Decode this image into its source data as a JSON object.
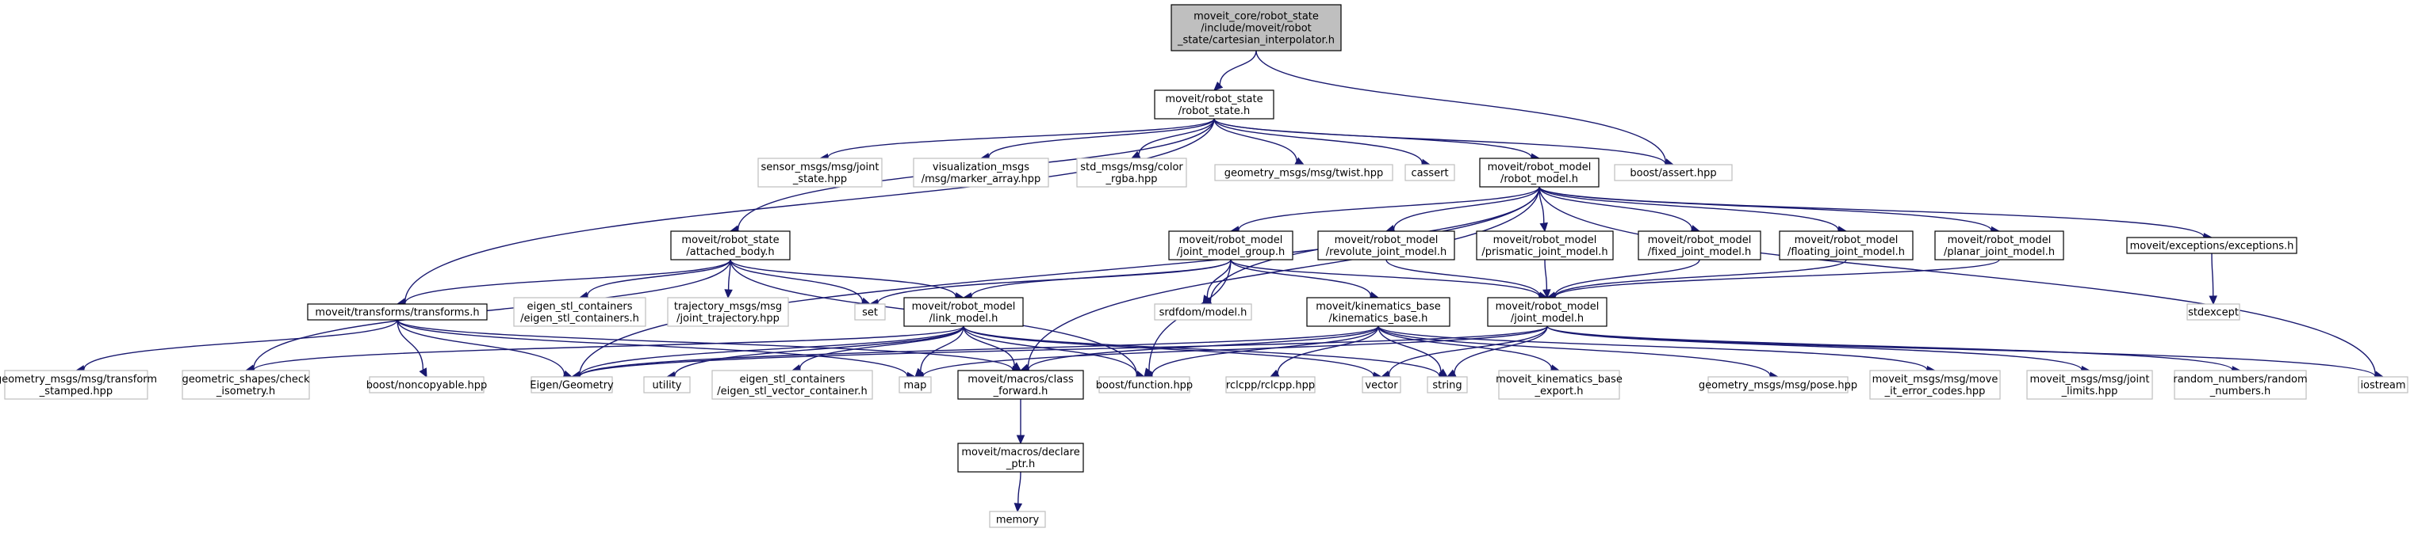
{
  "colors": {
    "edge": "#191970",
    "root_fill": "#bfbfbf",
    "root_stroke": "#000000",
    "header_fill": "#ffffff",
    "header_stroke": "#000000",
    "external_fill": "#ffffff",
    "external_stroke": "#bfbfbf"
  },
  "nodes": [
    {
      "id": "root",
      "kind": "root",
      "lines": [
        "moveit_core/robot_state",
        "/include/moveit/robot",
        "_state/cartesian_interpolator.h"
      ]
    },
    {
      "id": "robot_state",
      "kind": "header",
      "lines": [
        "moveit/robot_state",
        "/robot_state.h"
      ]
    },
    {
      "id": "boost_assert",
      "kind": "external",
      "lines": [
        "boost/assert.hpp"
      ]
    },
    {
      "id": "attached_body",
      "kind": "header",
      "lines": [
        "moveit/robot_state",
        "/attached_body.h"
      ]
    },
    {
      "id": "joint_state",
      "kind": "external",
      "lines": [
        "sensor_msgs/msg/joint",
        "_state.hpp"
      ]
    },
    {
      "id": "marker_array",
      "kind": "external",
      "lines": [
        "visualization_msgs",
        "/msg/marker_array.hpp"
      ]
    },
    {
      "id": "color_rgba",
      "kind": "external",
      "lines": [
        "std_msgs/msg/color",
        "_rgba.hpp"
      ]
    },
    {
      "id": "twist",
      "kind": "external",
      "lines": [
        "geometry_msgs/msg/twist.hpp"
      ]
    },
    {
      "id": "cassert",
      "kind": "external",
      "lines": [
        "cassert"
      ]
    },
    {
      "id": "robot_model",
      "kind": "header",
      "lines": [
        "moveit/robot_model",
        "/robot_model.h"
      ]
    },
    {
      "id": "transforms",
      "kind": "header",
      "lines": [
        "moveit/transforms/transforms.h"
      ]
    },
    {
      "id": "eigen_stl_containers",
      "kind": "external",
      "lines": [
        "eigen_stl_containers",
        "/eigen_stl_containers.h"
      ]
    },
    {
      "id": "joint_trajectory",
      "kind": "external",
      "lines": [
        "trajectory_msgs/msg",
        "/joint_trajectory.hpp"
      ]
    },
    {
      "id": "set",
      "kind": "external",
      "lines": [
        "set"
      ]
    },
    {
      "id": "link_model",
      "kind": "header",
      "lines": [
        "moveit/robot_model",
        "/link_model.h"
      ]
    },
    {
      "id": "joint_model_group",
      "kind": "header",
      "lines": [
        "moveit/robot_model",
        "/joint_model_group.h"
      ]
    },
    {
      "id": "srdf_model",
      "kind": "external",
      "lines": [
        "srdfdom/model.h"
      ]
    },
    {
      "id": "revolute",
      "kind": "header",
      "lines": [
        "moveit/robot_model",
        "/revolute_joint_model.h"
      ]
    },
    {
      "id": "prismatic",
      "kind": "header",
      "lines": [
        "moveit/robot_model",
        "/prismatic_joint_model.h"
      ]
    },
    {
      "id": "fixed",
      "kind": "header",
      "lines": [
        "moveit/robot_model",
        "/fixed_joint_model.h"
      ]
    },
    {
      "id": "floating",
      "kind": "header",
      "lines": [
        "moveit/robot_model",
        "/floating_joint_model.h"
      ]
    },
    {
      "id": "planar",
      "kind": "header",
      "lines": [
        "moveit/robot_model",
        "/planar_joint_model.h"
      ]
    },
    {
      "id": "exceptions",
      "kind": "header",
      "lines": [
        "moveit/exceptions/exceptions.h"
      ]
    },
    {
      "id": "stdexcept",
      "kind": "external",
      "lines": [
        "stdexcept"
      ]
    },
    {
      "id": "kinematics_base",
      "kind": "header",
      "lines": [
        "moveit/kinematics_base",
        "/kinematics_base.h"
      ]
    },
    {
      "id": "joint_model",
      "kind": "header",
      "lines": [
        "moveit/robot_model",
        "/joint_model.h"
      ]
    },
    {
      "id": "transform_stamped",
      "kind": "external",
      "lines": [
        "geometry_msgs/msg/transform",
        "_stamped.hpp"
      ]
    },
    {
      "id": "check_isometry",
      "kind": "external",
      "lines": [
        "geometric_shapes/check",
        "_isometry.h"
      ]
    },
    {
      "id": "noncopyable",
      "kind": "external",
      "lines": [
        "boost/noncopyable.hpp"
      ]
    },
    {
      "id": "eigen_geometry",
      "kind": "external",
      "lines": [
        "Eigen/Geometry"
      ]
    },
    {
      "id": "utility",
      "kind": "external",
      "lines": [
        "utility"
      ]
    },
    {
      "id": "eigen_vector_container",
      "kind": "external",
      "lines": [
        "eigen_stl_containers",
        "/eigen_stl_vector_container.h"
      ]
    },
    {
      "id": "map",
      "kind": "external",
      "lines": [
        "map"
      ]
    },
    {
      "id": "class_forward",
      "kind": "header",
      "lines": [
        "moveit/macros/class",
        "_forward.h"
      ]
    },
    {
      "id": "boost_function",
      "kind": "external",
      "lines": [
        "boost/function.hpp"
      ]
    },
    {
      "id": "rclcpp",
      "kind": "external",
      "lines": [
        "rclcpp/rclcpp.hpp"
      ]
    },
    {
      "id": "vector",
      "kind": "external",
      "lines": [
        "vector"
      ]
    },
    {
      "id": "string",
      "kind": "external",
      "lines": [
        "string"
      ]
    },
    {
      "id": "kinematics_export",
      "kind": "external",
      "lines": [
        "moveit_kinematics_base",
        "_export.h"
      ]
    },
    {
      "id": "pose",
      "kind": "external",
      "lines": [
        "geometry_msgs/msg/pose.hpp"
      ]
    },
    {
      "id": "move_it_error_codes",
      "kind": "external",
      "lines": [
        "moveit_msgs/msg/move",
        "_it_error_codes.hpp"
      ]
    },
    {
      "id": "joint_limits",
      "kind": "external",
      "lines": [
        "moveit_msgs/msg/joint",
        "_limits.hpp"
      ]
    },
    {
      "id": "random_numbers",
      "kind": "external",
      "lines": [
        "random_numbers/random",
        "_numbers.h"
      ]
    },
    {
      "id": "iostream",
      "kind": "external",
      "lines": [
        "iostream"
      ]
    },
    {
      "id": "declare_ptr",
      "kind": "header",
      "lines": [
        "moveit/macros/declare",
        "_ptr.h"
      ]
    },
    {
      "id": "memory",
      "kind": "external",
      "lines": [
        "memory"
      ]
    }
  ],
  "edges": [
    [
      "root",
      "robot_state"
    ],
    [
      "root",
      "boost_assert"
    ],
    [
      "robot_state",
      "attached_body"
    ],
    [
      "robot_state",
      "joint_state"
    ],
    [
      "robot_state",
      "marker_array"
    ],
    [
      "robot_state",
      "color_rgba"
    ],
    [
      "robot_state",
      "twist"
    ],
    [
      "robot_state",
      "cassert"
    ],
    [
      "robot_state",
      "boost_assert"
    ],
    [
      "robot_state",
      "robot_model"
    ],
    [
      "robot_state",
      "transforms"
    ],
    [
      "attached_body",
      "transforms"
    ],
    [
      "attached_body",
      "eigen_stl_containers"
    ],
    [
      "attached_body",
      "joint_trajectory"
    ],
    [
      "attached_body",
      "set"
    ],
    [
      "attached_body",
      "link_model"
    ],
    [
      "attached_body",
      "check_isometry"
    ],
    [
      "attached_body",
      "boost_function"
    ],
    [
      "robot_model",
      "joint_model_group"
    ],
    [
      "robot_model",
      "srdf_model"
    ],
    [
      "robot_model",
      "revolute"
    ],
    [
      "robot_model",
      "prismatic"
    ],
    [
      "robot_model",
      "fixed"
    ],
    [
      "robot_model",
      "floating"
    ],
    [
      "robot_model",
      "planar"
    ],
    [
      "robot_model",
      "exceptions"
    ],
    [
      "robot_model",
      "iostream"
    ],
    [
      "robot_model",
      "eigen_geometry"
    ],
    [
      "robot_model",
      "class_forward"
    ],
    [
      "transforms",
      "transform_stamped"
    ],
    [
      "transforms",
      "noncopyable"
    ],
    [
      "transforms",
      "eigen_geometry"
    ],
    [
      "transforms",
      "map"
    ],
    [
      "transforms",
      "class_forward"
    ],
    [
      "joint_model_group",
      "link_model"
    ],
    [
      "joint_model_group",
      "set"
    ],
    [
      "joint_model_group",
      "srdf_model"
    ],
    [
      "joint_model_group",
      "kinematics_base"
    ],
    [
      "joint_model_group",
      "joint_model"
    ],
    [
      "joint_model_group",
      "boost_function"
    ],
    [
      "revolute",
      "joint_model"
    ],
    [
      "prismatic",
      "joint_model"
    ],
    [
      "fixed",
      "joint_model"
    ],
    [
      "floating",
      "joint_model"
    ],
    [
      "planar",
      "joint_model"
    ],
    [
      "exceptions",
      "stdexcept"
    ],
    [
      "link_model",
      "check_isometry"
    ],
    [
      "link_model",
      "eigen_geometry"
    ],
    [
      "link_model",
      "utility"
    ],
    [
      "link_model",
      "eigen_vector_container"
    ],
    [
      "link_model",
      "map"
    ],
    [
      "link_model",
      "class_forward"
    ],
    [
      "link_model",
      "boost_function"
    ],
    [
      "link_model",
      "vector"
    ],
    [
      "link_model",
      "string"
    ],
    [
      "kinematics_base",
      "eigen_geometry"
    ],
    [
      "kinematics_base",
      "class_forward"
    ],
    [
      "kinematics_base",
      "boost_function"
    ],
    [
      "kinematics_base",
      "rclcpp"
    ],
    [
      "kinematics_base",
      "string"
    ],
    [
      "kinematics_base",
      "kinematics_export"
    ],
    [
      "kinematics_base",
      "pose"
    ],
    [
      "kinematics_base",
      "move_it_error_codes"
    ],
    [
      "joint_model",
      "map"
    ],
    [
      "joint_model",
      "vector"
    ],
    [
      "joint_model",
      "string"
    ],
    [
      "joint_model",
      "joint_limits"
    ],
    [
      "joint_model",
      "random_numbers"
    ],
    [
      "joint_model",
      "iostream"
    ],
    [
      "joint_model",
      "eigen_geometry"
    ],
    [
      "class_forward",
      "declare_ptr"
    ],
    [
      "declare_ptr",
      "memory"
    ]
  ]
}
